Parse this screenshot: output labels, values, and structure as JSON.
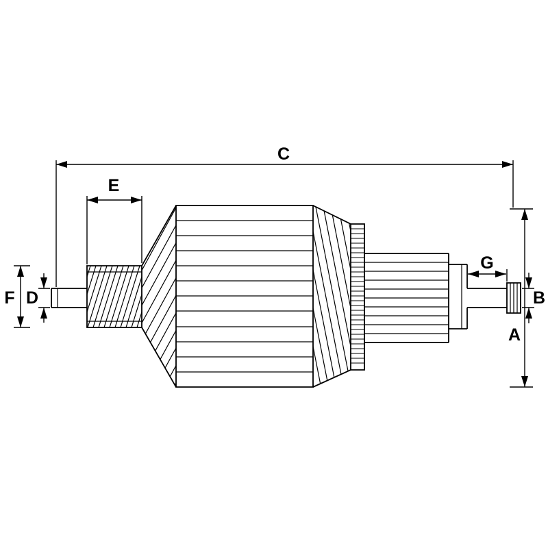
{
  "diagram": {
    "background_color": "#ffffff",
    "line_color": "#000000",
    "dimension_labels": {
      "c": "C",
      "e": "E",
      "a": "A",
      "b": "B",
      "g": "G",
      "f": "F",
      "d": "D"
    }
  }
}
